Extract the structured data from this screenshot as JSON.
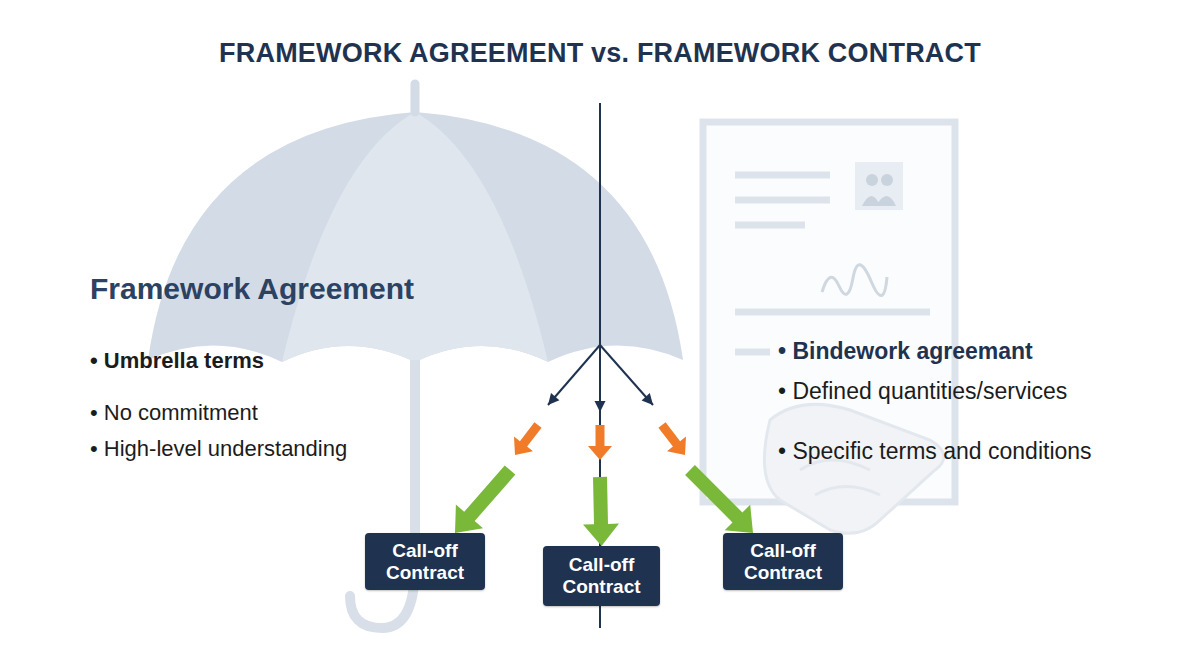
{
  "diagram": {
    "title": "FRAMEWORK AGREEMENT vs. FRAMEWORK CONTRACT",
    "nodes": [
      {
        "text": [
          "Framework Agreement",
          "• Umbrella terms",
          "• No commitment",
          "• High-level understanding"
        ]
      },
      {
        "text": [
          "• Bindework agreemant",
          "• Defined quantities/services",
          "• Specific terms and conditions"
        ]
      },
      {
        "text": [
          "Call-off Contract"
        ]
      },
      {
        "text": [
          "Call-off Contract"
        ]
      },
      {
        "text": [
          "Call-off Contract"
        ]
      }
    ],
    "edges": [
      {
        "from": 0,
        "to": 2,
        "arrow": "to"
      },
      {
        "from": 0,
        "to": 3,
        "arrow": "to"
      },
      {
        "from": 0,
        "to": 4,
        "arrow": "to"
      }
    ]
  }
}
